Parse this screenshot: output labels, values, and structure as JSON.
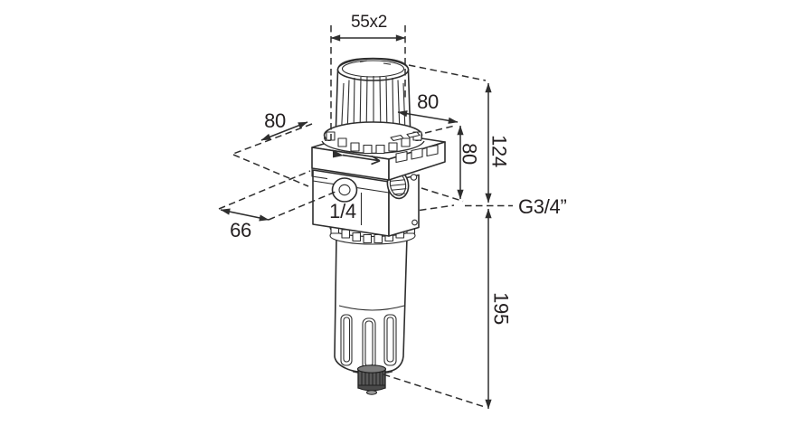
{
  "drawing": {
    "labels": {
      "dim_55x2": "55x2",
      "dim_80_left": "80",
      "dim_80_right": "80",
      "dim_80_vert": "80",
      "dim_124": "124",
      "dim_195": "195",
      "dim_66": "66",
      "port_quarter": "1/4",
      "port_g34": "G3/4”"
    },
    "colors": {
      "line": "#2e2e2e",
      "text": "#231f20",
      "background": "#ffffff",
      "drain_knob": "#595959"
    }
  }
}
